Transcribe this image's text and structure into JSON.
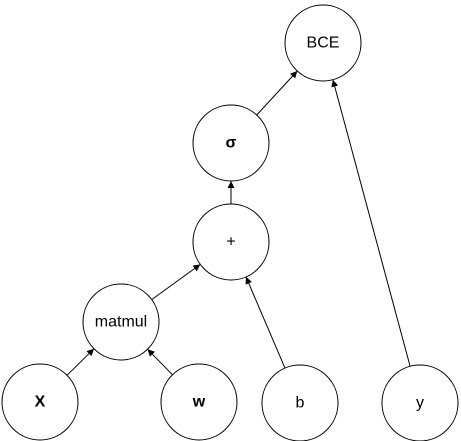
{
  "diagram": {
    "nodes": [
      {
        "id": "bce",
        "label": "BCE",
        "bold": false
      },
      {
        "id": "sigma",
        "label": "σ",
        "bold": true
      },
      {
        "id": "plus",
        "label": "+",
        "bold": false
      },
      {
        "id": "matmul",
        "label": "matmul",
        "bold": false
      },
      {
        "id": "x",
        "label": "X",
        "bold": true
      },
      {
        "id": "w",
        "label": "w",
        "bold": true
      },
      {
        "id": "b",
        "label": "b",
        "bold": false
      },
      {
        "id": "y",
        "label": "y",
        "bold": false
      }
    ],
    "edges": [
      {
        "from": "x",
        "to": "matmul"
      },
      {
        "from": "w",
        "to": "matmul"
      },
      {
        "from": "matmul",
        "to": "plus"
      },
      {
        "from": "b",
        "to": "plus"
      },
      {
        "from": "plus",
        "to": "sigma"
      },
      {
        "from": "sigma",
        "to": "bce"
      },
      {
        "from": "y",
        "to": "bce"
      }
    ],
    "colors": {
      "stroke": "#000000",
      "fill": "#ffffff"
    }
  }
}
